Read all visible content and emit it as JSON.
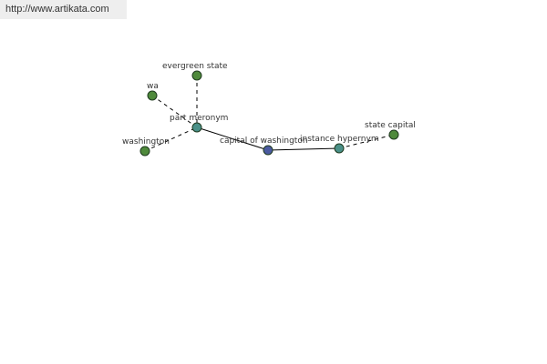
{
  "header": {
    "url": "http://www.artikata.com"
  },
  "graph": {
    "nodes": [
      {
        "id": "wa",
        "label": "wa",
        "color": "#4f8a3c"
      },
      {
        "id": "evergreen_state",
        "label": "evergreen state",
        "color": "#4f8a3c"
      },
      {
        "id": "part_meronym",
        "label": "part meronym",
        "color": "#4a9088"
      },
      {
        "id": "washington",
        "label": "washington",
        "color": "#4f8a3c"
      },
      {
        "id": "capital_of_washington",
        "label": "capital of washington",
        "color": "#4a5aa0"
      },
      {
        "id": "instance_hypernym",
        "label": "instance hypernym",
        "color": "#4a9088"
      },
      {
        "id": "state_capital",
        "label": "state capital",
        "color": "#4f8a3c"
      }
    ],
    "edges": [
      {
        "from": "wa",
        "to": "part_meronym",
        "style": "dashed"
      },
      {
        "from": "evergreen_state",
        "to": "part_meronym",
        "style": "dashed"
      },
      {
        "from": "washington",
        "to": "part_meronym",
        "style": "dashed"
      },
      {
        "from": "part_meronym",
        "to": "capital_of_washington",
        "style": "solid"
      },
      {
        "from": "capital_of_washington",
        "to": "instance_hypernym",
        "style": "solid"
      },
      {
        "from": "instance_hypernym",
        "to": "state_capital",
        "style": "dashed"
      }
    ]
  }
}
